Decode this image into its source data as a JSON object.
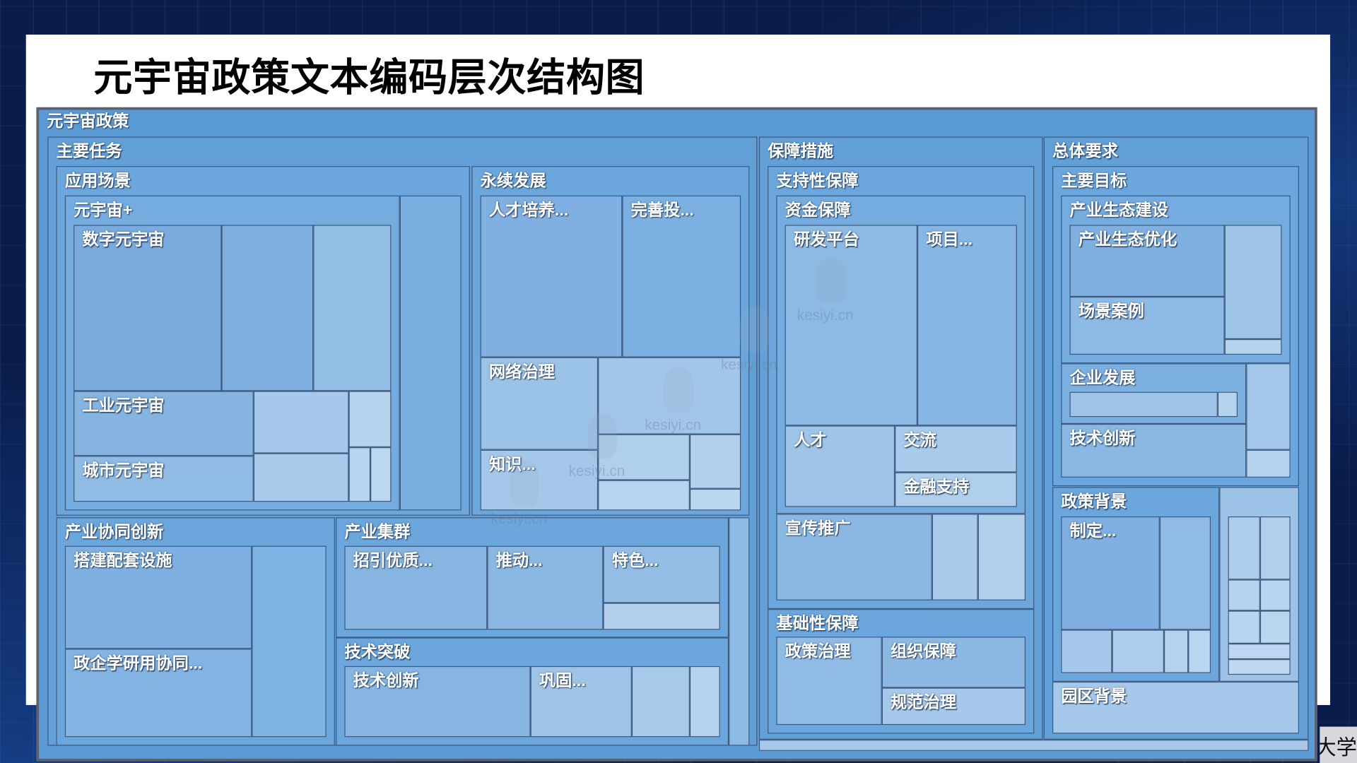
{
  "slide": {
    "title": "元宇宙政策文本编码层次结构图"
  },
  "treemap": {
    "root": "元宇宙政策",
    "main_tasks": {
      "label": "主要任务",
      "application_scenarios": {
        "label": "应用场景",
        "metaverse_plus": {
          "label": "元宇宙+",
          "digital_metaverse": "数字元宇宙",
          "industrial_metaverse": "工业元宇宙",
          "urban_metaverse": "城市元宇宙"
        }
      },
      "sustainable_development": {
        "label": "永续发展",
        "talent_cultivation": "人才培养...",
        "improve_investment": "完善投...",
        "network_governance": "网络治理",
        "knowledge": "知识..."
      },
      "industry_collaborative_innovation": {
        "label": "产业协同创新",
        "supporting_facilities": "搭建配套设施",
        "gov_enterprise_collaboration": "政企学研用协同..."
      },
      "industry_cluster": {
        "label": "产业集群",
        "attract_quality": "招引优质...",
        "promote": "推动...",
        "featured": "特色..."
      },
      "tech_breakthrough": {
        "label": "技术突破",
        "tech_innovation": "技术创新",
        "consolidate": "巩固..."
      }
    },
    "safeguards": {
      "label": "保障措施",
      "supportive": {
        "label": "支持性保障",
        "funding": {
          "label": "资金保障",
          "rd_platform": "研发平台",
          "project": "项目...",
          "talent": "人才",
          "exchange": "交流",
          "financial_support": "金融支持"
        },
        "publicity": "宣传推广"
      },
      "foundational": {
        "label": "基础性保障",
        "policy_governance": "政策治理",
        "organizational": "组织保障",
        "normative_governance": "规范治理"
      }
    },
    "overall_requirements": {
      "label": "总体要求",
      "main_goals": {
        "label": "主要目标",
        "industry_ecology": {
          "label": "产业生态建设",
          "ecology_optimization": "产业生态优化",
          "scenario_cases": "场景案例"
        },
        "enterprise_development": "企业发展",
        "tech_innovation": "技术创新"
      },
      "policy_background": {
        "label": "政策背景",
        "formulate": "制定..."
      },
      "park_background": "园区背景"
    }
  },
  "watermark": "kesiyi.cn",
  "corner_text": "大学",
  "colors": {
    "background": "#0a1c4a",
    "slide": "#ffffff",
    "title": "#000000",
    "treemap_base": "#5b9bd5",
    "node_border": "#3e5a80",
    "label": "#ffffff"
  }
}
